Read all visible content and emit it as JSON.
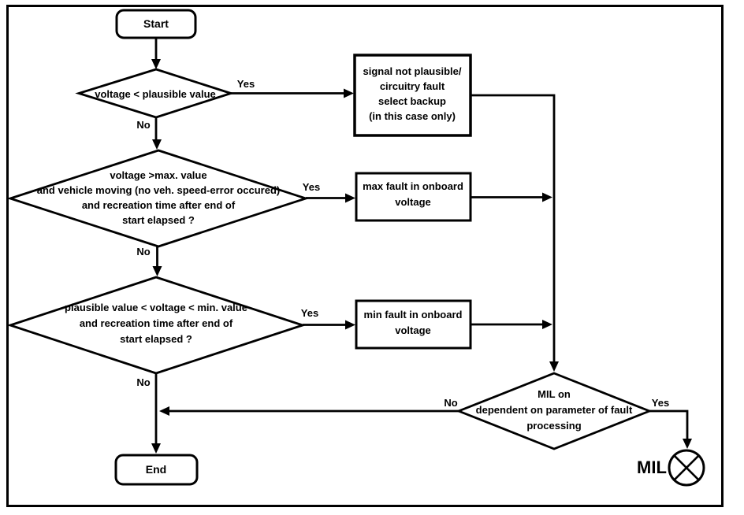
{
  "colors": {
    "stroke": "#000000",
    "background": "#ffffff"
  },
  "nodes": {
    "start": {
      "type": "terminator",
      "label": "Start"
    },
    "decision_plausible": {
      "type": "decision",
      "lines": [
        "voltage < plausible value"
      ]
    },
    "process_backup": {
      "type": "process",
      "lines": [
        "signal not plausible/",
        "circuitry fault",
        "select backup",
        "(in this case only)"
      ]
    },
    "decision_max": {
      "type": "decision",
      "lines": [
        "voltage >max. value",
        "and vehicle moving (no veh. speed-error occured)",
        "and recreation time after end of",
        "start elapsed ?"
      ]
    },
    "process_max_fault": {
      "type": "process",
      "lines": [
        "max fault in onboard",
        "voltage"
      ]
    },
    "decision_min": {
      "type": "decision",
      "lines": [
        "plausible value < voltage < min. value",
        "and recreation time after end of",
        "start elapsed ?"
      ]
    },
    "process_min_fault": {
      "type": "process",
      "lines": [
        "min fault in onboard",
        "voltage"
      ]
    },
    "decision_mil": {
      "type": "decision",
      "lines": [
        "MIL on",
        "dependent on parameter of fault",
        "processing"
      ]
    },
    "end": {
      "type": "terminator",
      "label": "End"
    },
    "mil_indicator": {
      "type": "indicator-lamp",
      "label": "MIL"
    }
  },
  "edge_labels": {
    "plausible_yes": "Yes",
    "plausible_no": "No",
    "max_yes": "Yes",
    "max_no": "No",
    "min_yes": "Yes",
    "min_no": "No",
    "mil_yes": "Yes",
    "mil_no": "No"
  }
}
